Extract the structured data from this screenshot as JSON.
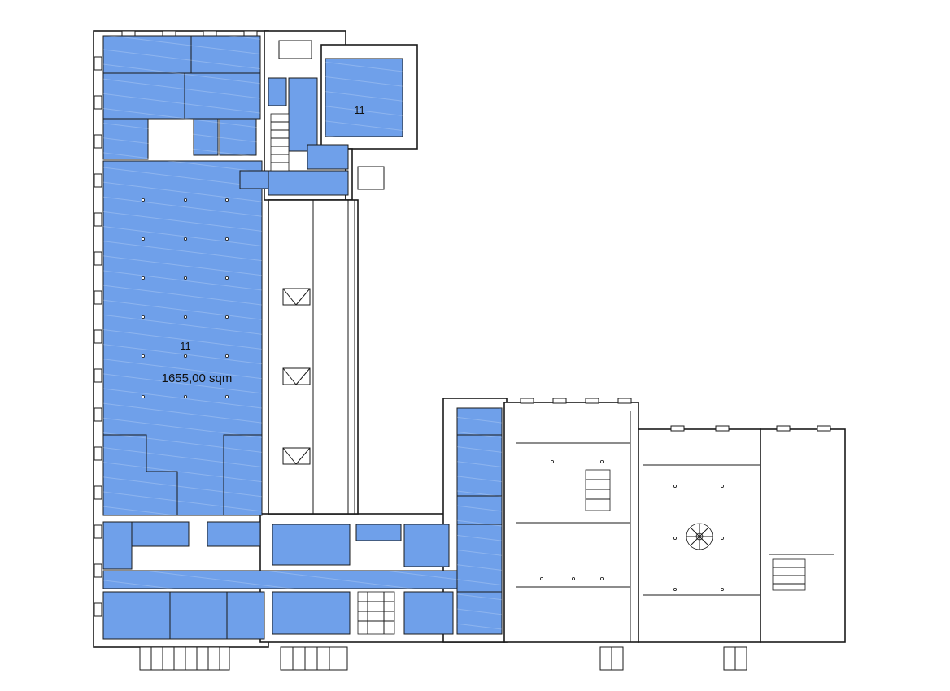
{
  "plan": {
    "highlight_color": "#6fa0ea",
    "wall_color": "#1a1a1a",
    "labels": {
      "room_main": "11",
      "room_main_area": "1655,00 sqm",
      "room_top": "11"
    }
  }
}
